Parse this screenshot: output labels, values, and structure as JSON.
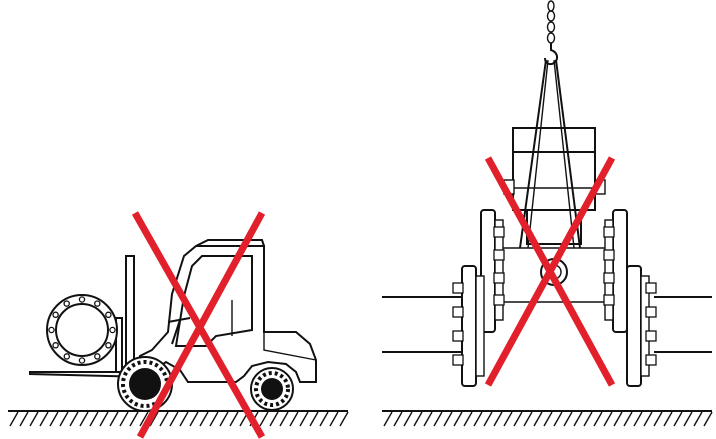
{
  "figure": {
    "panels": [
      {
        "id": "forklift",
        "subject": "forklift-carrying-flanged-valve",
        "status": "prohibited"
      },
      {
        "id": "crane",
        "subject": "crane-sling-lifting-valve",
        "status": "prohibited"
      }
    ],
    "colors": {
      "prohibition_cross": "#e2202b",
      "outline": "#111111",
      "background": "#ffffff"
    },
    "icons": [
      "prohibited-cross-icon",
      "ground-hatch-icon",
      "crane-hook-icon",
      "chain-icon"
    ]
  }
}
